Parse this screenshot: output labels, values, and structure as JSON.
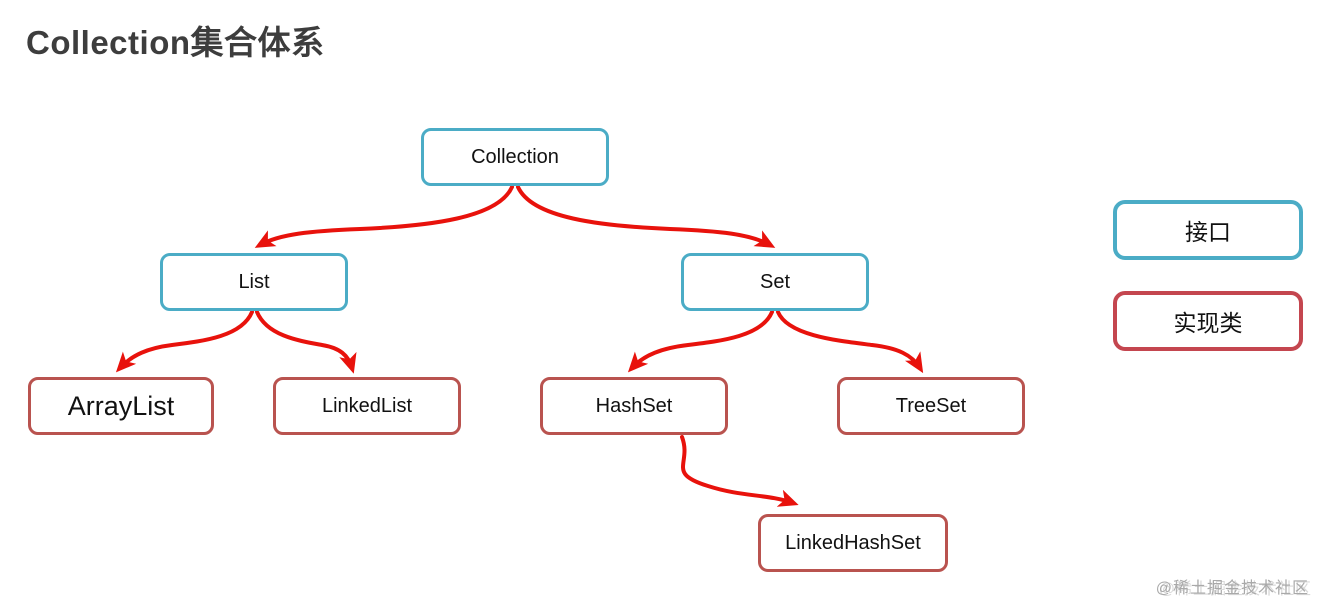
{
  "title": "Collection集合体系",
  "diagram": {
    "nodes": {
      "collection": {
        "label": "Collection",
        "type": "interface"
      },
      "list": {
        "label": "List",
        "type": "interface"
      },
      "set": {
        "label": "Set",
        "type": "interface"
      },
      "arraylist": {
        "label": "ArrayList",
        "type": "implementation"
      },
      "linkedlist": {
        "label": "LinkedList",
        "type": "implementation"
      },
      "hashset": {
        "label": "HashSet",
        "type": "implementation"
      },
      "treeset": {
        "label": "TreeSet",
        "type": "implementation"
      },
      "linkedhashset": {
        "label": "LinkedHashSet",
        "type": "implementation"
      }
    },
    "edges": [
      {
        "from": "Collection",
        "to": "List"
      },
      {
        "from": "Collection",
        "to": "Set"
      },
      {
        "from": "List",
        "to": "ArrayList"
      },
      {
        "from": "List",
        "to": "LinkedList"
      },
      {
        "from": "Set",
        "to": "HashSet"
      },
      {
        "from": "Set",
        "to": "TreeSet"
      },
      {
        "from": "HashSet",
        "to": "LinkedHashSet"
      }
    ]
  },
  "legend": {
    "interface_label": "接口",
    "implementation_label": "实现类"
  },
  "colors": {
    "interface_border": "#4bacc6",
    "implementation_border": "#b9534f",
    "legend_implementation_border": "#c4464f",
    "arrow": "#e8120c",
    "title_text": "#3d3d3d",
    "watermark_text": "#a9a9a9"
  },
  "watermark": "@稀土掘金技术社区"
}
